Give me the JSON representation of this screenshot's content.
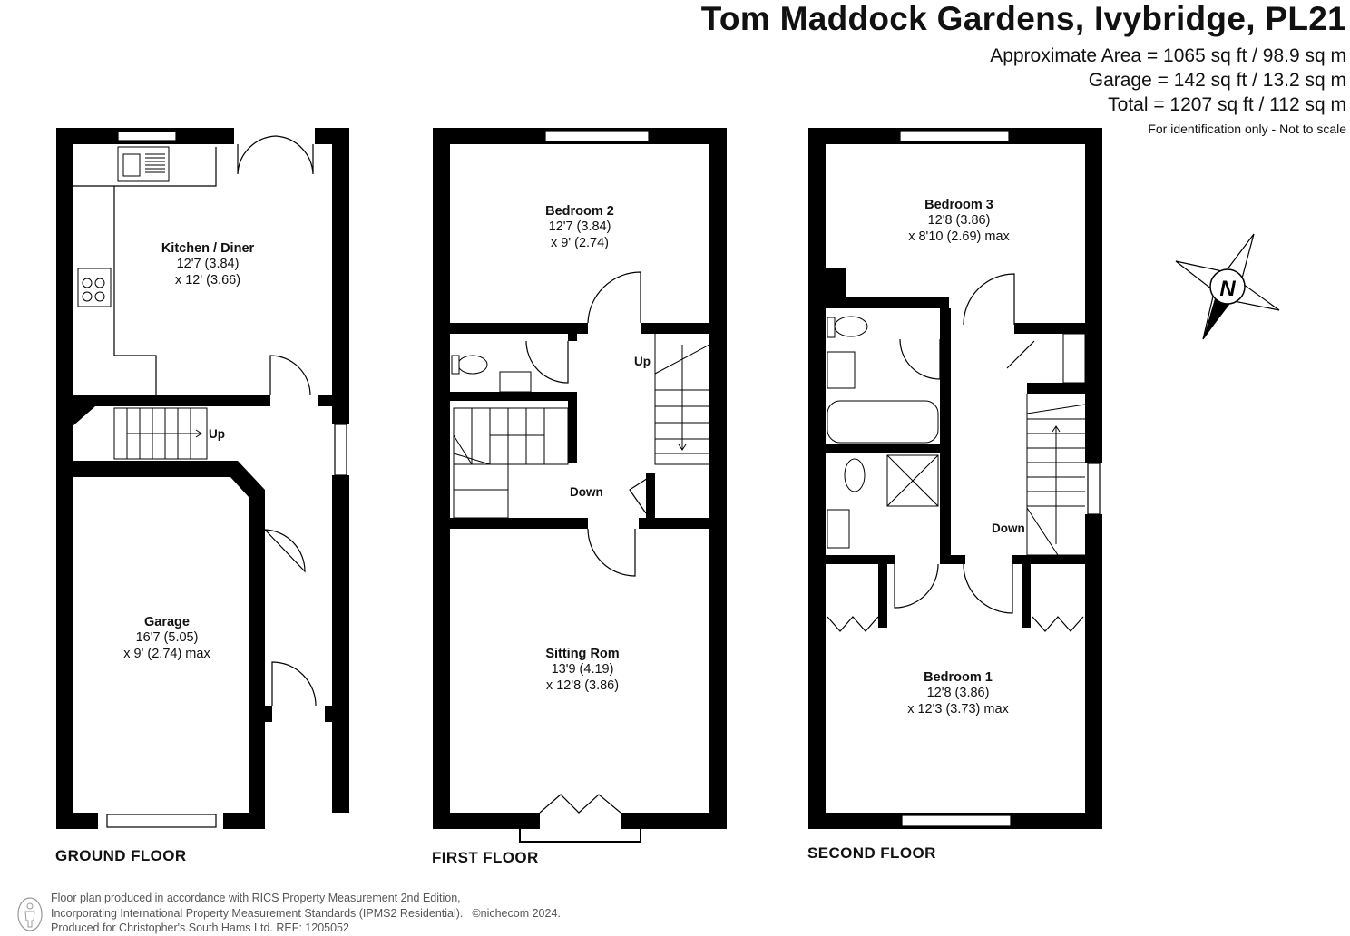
{
  "header": {
    "title": "Tom Maddock Gardens, Ivybridge, PL21",
    "area_lines": [
      "Approximate Area = 1065 sq ft / 98.9 sq m",
      "Garage = 142 sq ft / 13.2 sq m",
      "Total = 1207 sq ft / 112 sq m"
    ],
    "disclaimer": "For identification only - Not to scale"
  },
  "floors": {
    "ground": {
      "label": "GROUND FLOOR",
      "rooms": [
        {
          "name": "Kitchen / Diner",
          "dim1": "12'7 (3.84)",
          "dim2": "x 12' (3.66)"
        },
        {
          "name": "Garage",
          "dim1": "16'7 (5.05)",
          "dim2": "x 9' (2.74) max"
        }
      ],
      "stair_label": "Up"
    },
    "first": {
      "label": "FIRST FLOOR",
      "rooms": [
        {
          "name": "Bedroom 2",
          "dim1": "12'7 (3.84)",
          "dim2": "x 9' (2.74)"
        },
        {
          "name": "Sitting Rom",
          "dim1": "13'9 (4.19)",
          "dim2": "x 12'8 (3.86)"
        }
      ],
      "stair_up": "Up",
      "stair_down": "Down"
    },
    "second": {
      "label": "SECOND FLOOR",
      "rooms": [
        {
          "name": "Bedroom 3",
          "dim1": "12'8 (3.86)",
          "dim2": "x 8'10 (2.69) max"
        },
        {
          "name": "Bedroom 1",
          "dim1": "12'8 (3.86)",
          "dim2": "x 12'3 (3.73) max"
        }
      ],
      "stair_down": "Down"
    }
  },
  "compass": {
    "label": "N",
    "icon": "north-compass-icon"
  },
  "footer": {
    "line1": "Floor plan produced in accordance with RICS Property Measurement 2nd Edition,",
    "line2": "Incorporating International Property Measurement Standards (IPMS2 Residential).",
    "copyright": "©nichecom 2024.",
    "line3": "Produced for Christopher's South Hams Ltd.   REF: 1205052",
    "icon": "person-icon"
  },
  "colors": {
    "wall": "#000000",
    "background": "#ffffff",
    "footer_text": "#555555"
  }
}
